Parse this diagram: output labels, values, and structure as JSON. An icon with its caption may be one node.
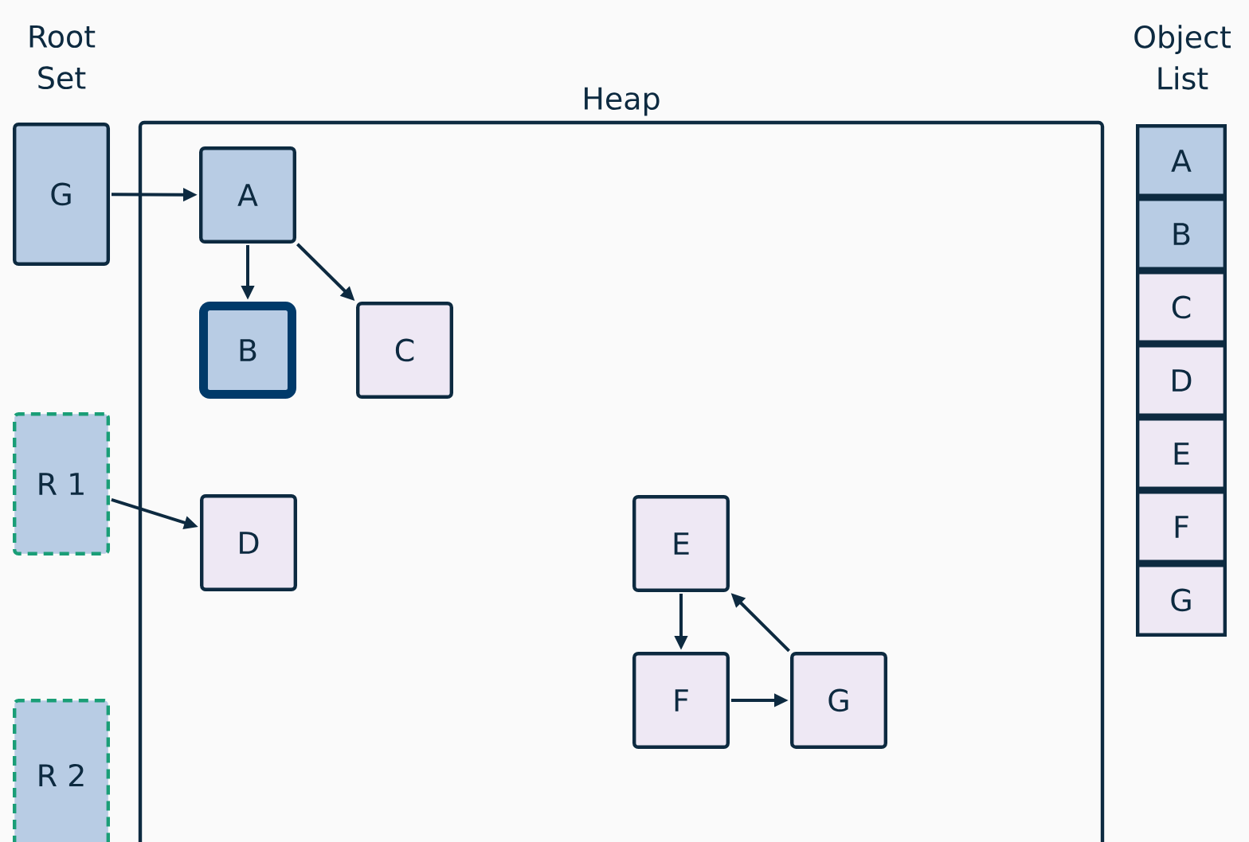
{
  "diagram": {
    "nodes": [
      {
        "text": [
          "Heap"
        ]
      },
      {
        "text": [
          "G"
        ]
      },
      {
        "text": [
          "R 1"
        ]
      },
      {
        "text": [
          "R 2"
        ]
      },
      {
        "text": [
          "A"
        ],
        "in": 0
      },
      {
        "text": [
          "B"
        ],
        "in": 0
      },
      {
        "text": [
          "C"
        ],
        "in": 0
      },
      {
        "text": [
          "D"
        ],
        "in": 0
      },
      {
        "text": [
          "E"
        ],
        "in": 0
      },
      {
        "text": [
          "F"
        ],
        "in": 0
      },
      {
        "text": [
          "G"
        ],
        "in": 0
      },
      {
        "text": [
          "A"
        ]
      },
      {
        "text": [
          "B"
        ]
      },
      {
        "text": [
          "C"
        ]
      },
      {
        "text": [
          "D"
        ]
      },
      {
        "text": [
          "E"
        ]
      },
      {
        "text": [
          "F"
        ]
      },
      {
        "text": [
          "G"
        ]
      }
    ],
    "edges": [
      {
        "from": 1,
        "to": 4,
        "arrow": "to"
      },
      {
        "from": 4,
        "to": 5,
        "arrow": "to"
      },
      {
        "from": 4,
        "to": 6,
        "arrow": "to"
      },
      {
        "from": 2,
        "to": 7,
        "arrow": "to"
      },
      {
        "from": 8,
        "to": 9,
        "arrow": "to"
      },
      {
        "from": 9,
        "to": 10,
        "arrow": "to"
      },
      {
        "from": 10,
        "to": 8,
        "arrow": "to"
      }
    ],
    "labels": [
      "Root Set",
      "Object List"
    ]
  }
}
